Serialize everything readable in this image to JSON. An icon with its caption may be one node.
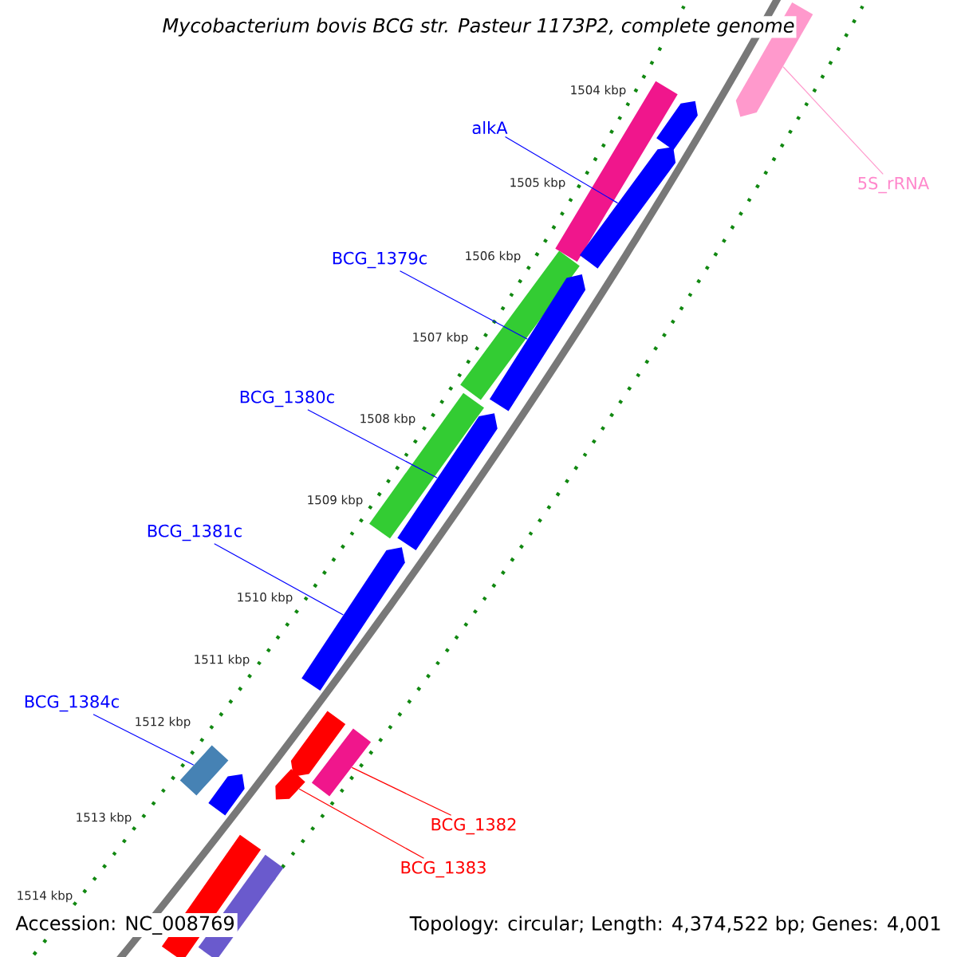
{
  "diagram": {
    "title": "Mycobacterium bovis BCG str. Pasteur 1173P2, complete genome",
    "nodes": [
      {
        "text": [],
        "shape": "bar"
      },
      {
        "text": [],
        "shape": "bar"
      },
      {
        "text": [],
        "shape": "bar"
      },
      {
        "text": [],
        "shape": "bar"
      },
      {
        "text": [],
        "shape": "bar"
      },
      {
        "text": [],
        "shape": "bar"
      },
      {
        "text": [],
        "shape": "bar"
      },
      {
        "text": [],
        "shape": "bar"
      },
      {
        "text": [],
        "shape": "bar"
      },
      {
        "text": [],
        "shape": "bar"
      },
      {
        "text": [],
        "shape": "bar"
      },
      {
        "text": [],
        "shape": "bar"
      },
      {
        "text": [],
        "shape": "bar"
      },
      {
        "text": [],
        "shape": "bar"
      },
      {
        "text": [],
        "shape": "bar"
      },
      {
        "text": [],
        "shape": "bar"
      },
      {
        "text": [
          "alkA"
        ]
      },
      {
        "text": [
          "5S_rRNA"
        ]
      },
      {
        "text": [
          "BCG_1379c"
        ]
      },
      {
        "text": [
          "BCG_1380c"
        ]
      },
      {
        "text": [
          "BCG_1381c"
        ]
      },
      {
        "text": [
          "BCG_1384c"
        ]
      },
      {
        "text": [
          "BCG_1382"
        ]
      },
      {
        "text": [
          "BCG_1383"
        ]
      }
    ],
    "edges": [
      {
        "from": 16,
        "to": 3,
        "arrow": "none"
      },
      {
        "from": 17,
        "to": 0,
        "arrow": "none",
        "color": "#ff99cc"
      },
      {
        "from": 18,
        "to": 5,
        "arrow": "none"
      },
      {
        "from": 19,
        "to": 7,
        "arrow": "none"
      },
      {
        "from": 20,
        "to": 8,
        "arrow": "none"
      },
      {
        "from": 21,
        "to": 11,
        "arrow": "none"
      },
      {
        "from": 22,
        "to": 10,
        "arrow": "none",
        "color": "#ff0000"
      },
      {
        "from": 23,
        "to": 12,
        "arrow": "none",
        "color": "#ff0000"
      }
    ],
    "labels": [
      "1504 kbp",
      "1505 kbp",
      "1506 kbp",
      "1507 kbp",
      "1508 kbp",
      "1509 kbp",
      "1510 kbp",
      "1511 kbp",
      "1512 kbp",
      "1513 kbp",
      "1514 kbp",
      "Accession: NC_008769",
      "Topology: circular; Length: 4,374,522 bp; Genes: 4,001"
    ]
  }
}
